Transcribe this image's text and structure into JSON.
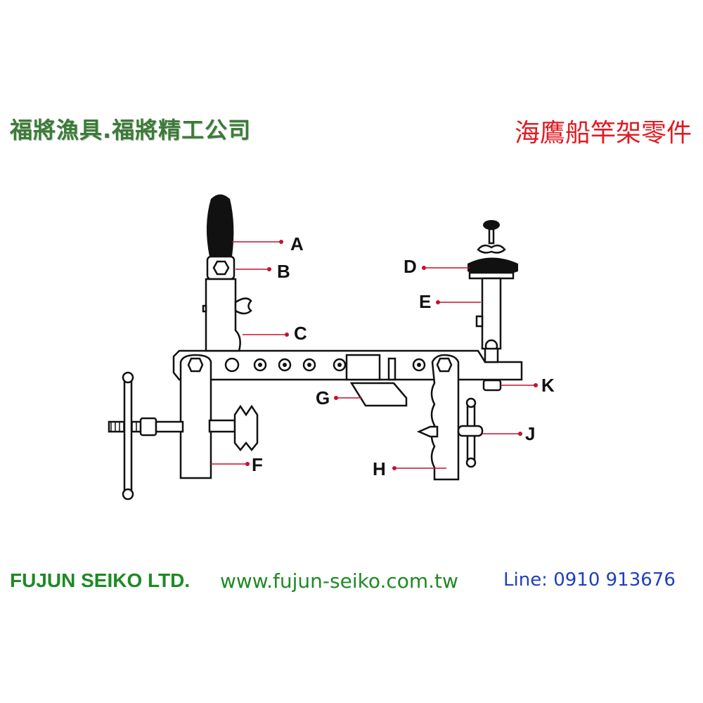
{
  "header": {
    "company_cn": "福將漁具.福將精工公司",
    "title_cn": "海鷹船竿架零件"
  },
  "footer": {
    "company_en": "FUJUN SEIKO LTD.",
    "website": "www.fujun-seiko.com.tw",
    "line_contact": "Line: 0910 913676"
  },
  "diagram": {
    "labels": [
      "A",
      "B",
      "C",
      "D",
      "E",
      "F",
      "G",
      "H",
      "J",
      "K"
    ],
    "colors": {
      "leader": "#c8102e",
      "outline": "#111111",
      "company_green": "#3d7a3a",
      "title_red": "#e01b22",
      "contact_blue": "#1f3fbf"
    }
  }
}
